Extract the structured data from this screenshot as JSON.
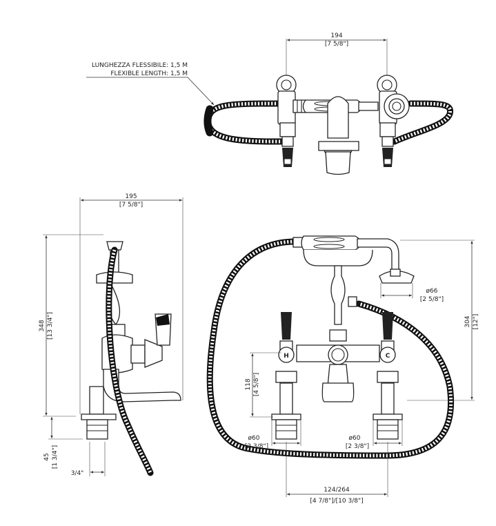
{
  "top_view": {
    "width_mm": "194",
    "width_in": "[7 5/8\"]",
    "hose_note_it": "LUNGHEZZA FLESSIBILE: 1,5 M",
    "hose_note_en": "FLEXIBLE LENGTH: 1,5 M"
  },
  "side_view": {
    "width_mm": "195",
    "width_in": "[7 5/8\"]",
    "height_mm": "348",
    "height_in": "[13 3/4\"]",
    "base_mm": "45",
    "base_in": "[1 3/4\"]",
    "thread": "3/4\""
  },
  "front_view": {
    "height_mm": "304",
    "height_in": "[12\"]",
    "handle_h_mm": "118",
    "handle_h_in": "[4 5/8\"]",
    "shower_dia_mm": "ø66",
    "shower_dia_in": "[2 5/8\"]",
    "flange_left_mm": "ø60",
    "flange_left_in": "[2 3/8\"]",
    "flange_right_mm": "ø60",
    "flange_right_in": "[2 3/8\"]",
    "centers_mm": "124/264",
    "centers_in": "[4 7/8\"]/[10 3/8\"]",
    "hot_mark": "H",
    "cold_mark": "C"
  }
}
